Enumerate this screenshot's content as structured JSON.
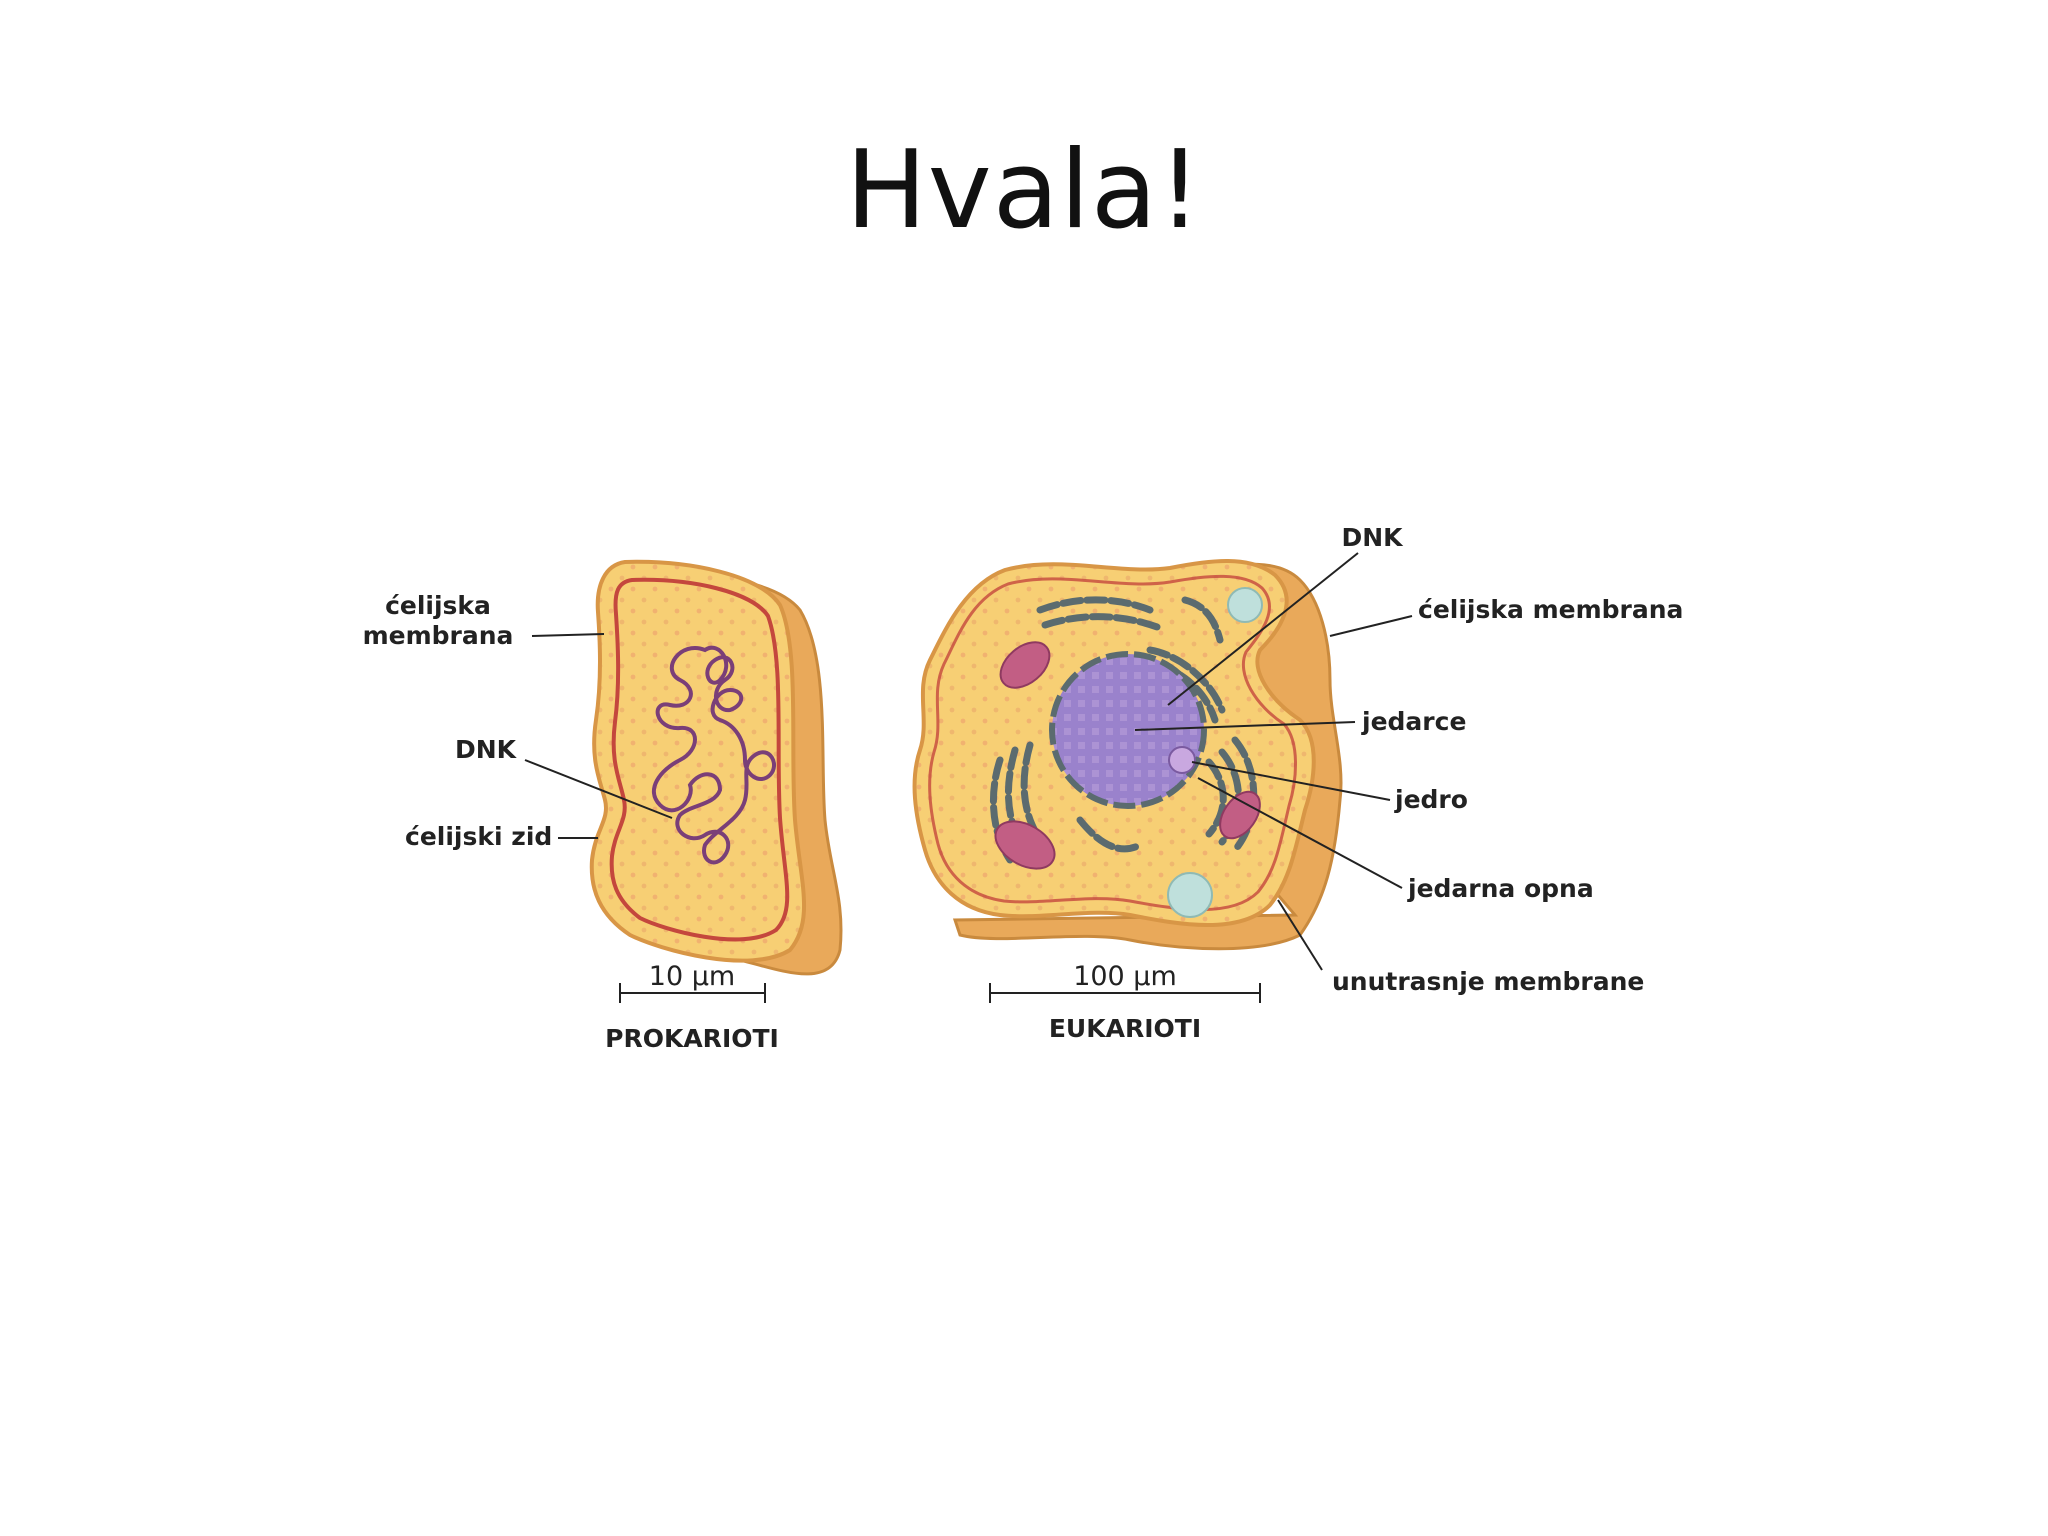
{
  "slide": {
    "title": "Hvala!"
  },
  "prokaryote": {
    "name": "PROKARIOTI",
    "scale": "10 µm",
    "labels": {
      "membrane_line1": "ćelijska",
      "membrane_line2": "membrana",
      "dna": "DNK",
      "wall": "ćelijski zid"
    }
  },
  "eukaryote": {
    "name": "EUKARIOTI",
    "scale": "100 µm",
    "labels": {
      "dna": "DNK",
      "membrane": "ćelijska membrana",
      "nucleolus": "jedarce",
      "nucleus": "jedro",
      "nuclear_envelope": "jedarna opna",
      "inner_membranes": "unutrasnje membrane"
    }
  },
  "colors": {
    "cytoplasm": "#f7cf74",
    "cell_edge": "#e0a14a",
    "membrane": "#c4473d",
    "dna": "#7a3f78",
    "nucleus": "#9a7fc9",
    "er": "#5b6b6f",
    "mitochondria": "#b0527a",
    "vacuole": "#bfe0dc"
  }
}
